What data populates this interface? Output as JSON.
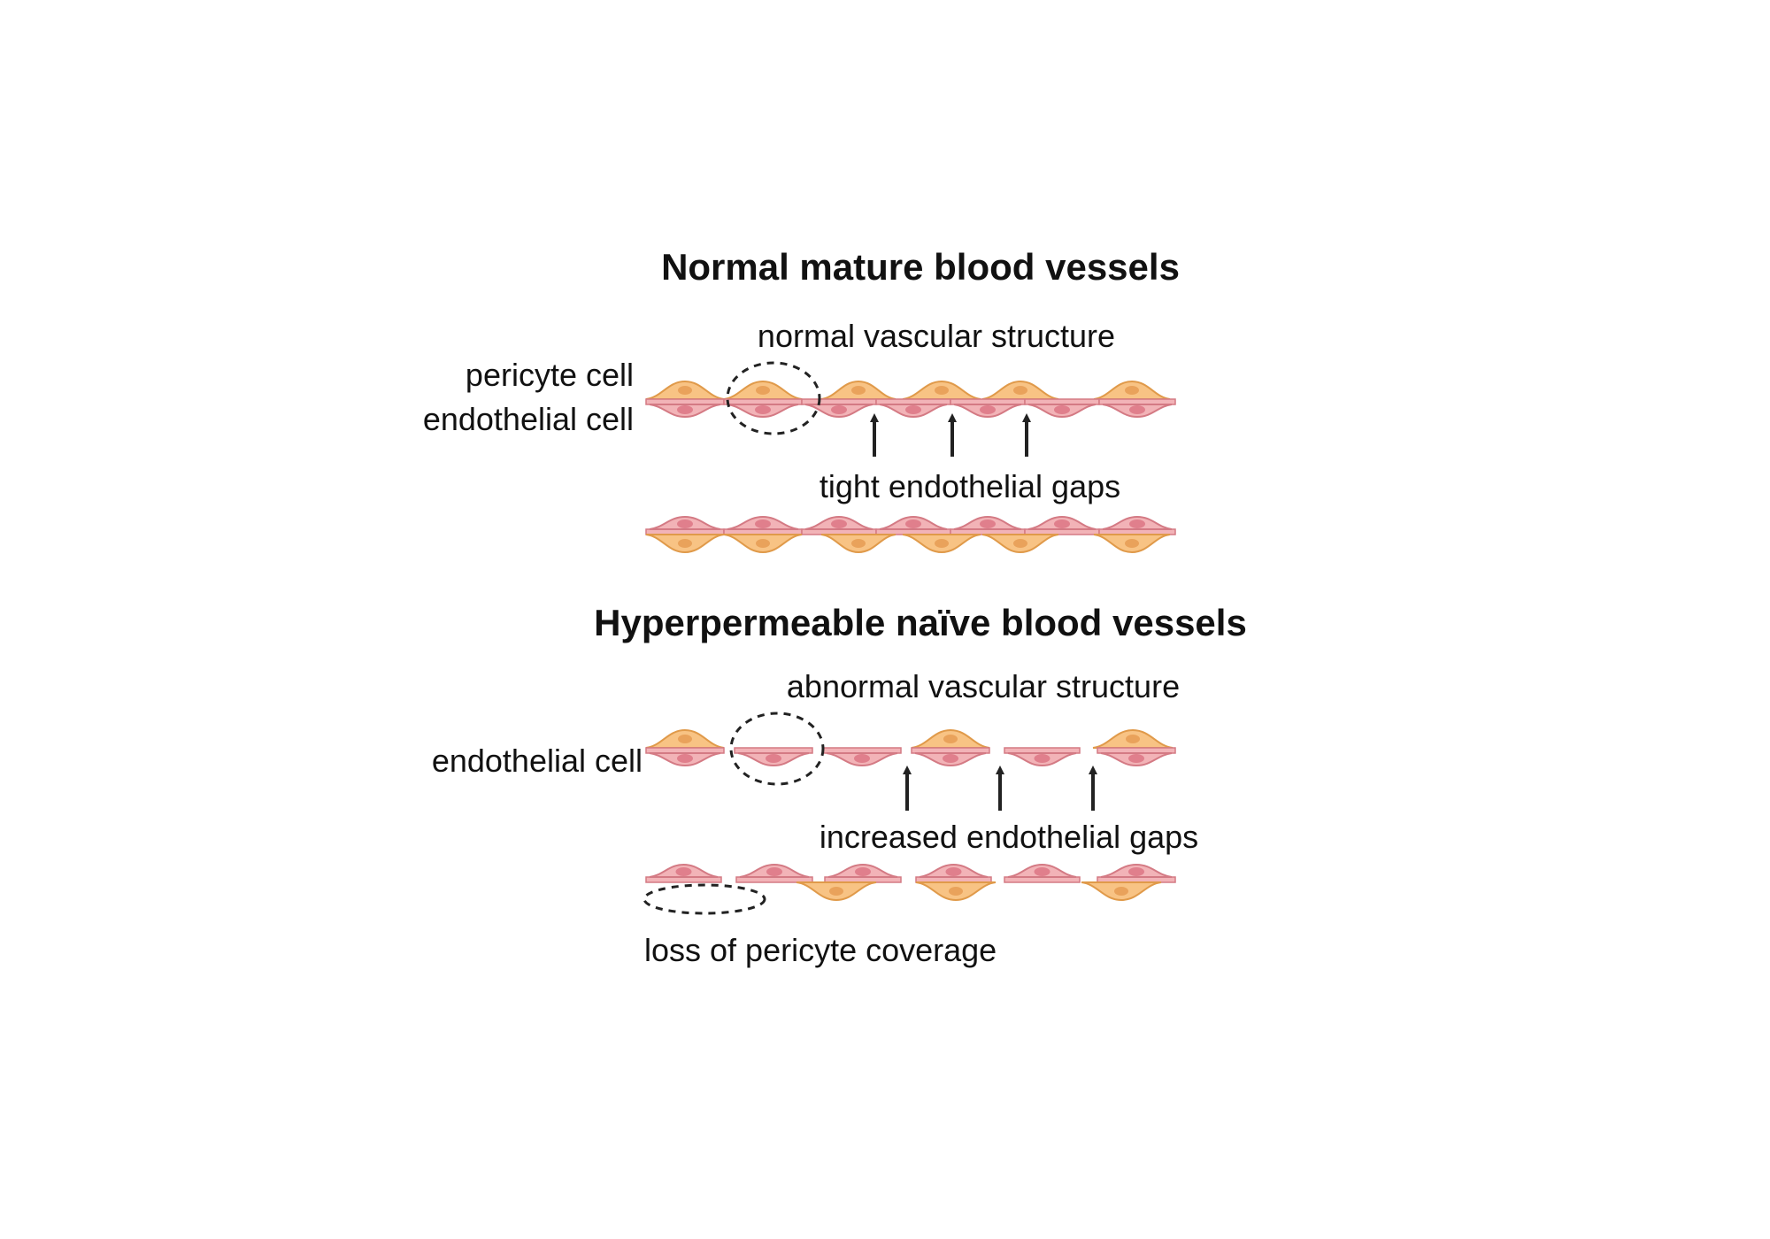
{
  "normal": {
    "title": "Normal mature blood vessels",
    "structure_label": "normal vascular structure",
    "pericyte_label": "pericyte cell",
    "endothelial_label": "endothelial cell",
    "gaps_label": "tight endothelial gaps"
  },
  "abnormal": {
    "title": "Hyperpermeable naïve blood vessels",
    "structure_label": "abnormal vascular structure",
    "endothelial_label": "endothelial cell",
    "gaps_label": "increased endothelial gaps",
    "pericyte_loss_label": "loss of pericyte coverage"
  },
  "colors": {
    "endothelial_fill": "#f2b3b7",
    "endothelial_stroke": "#d47a84",
    "endothelial_nucleus": "#e07f8c",
    "pericyte_fill": "#f8c384",
    "pericyte_stroke": "#e09a4a",
    "pericyte_nucleus": "#e9a25b",
    "arrow": "#222222",
    "outline": "#222222"
  }
}
